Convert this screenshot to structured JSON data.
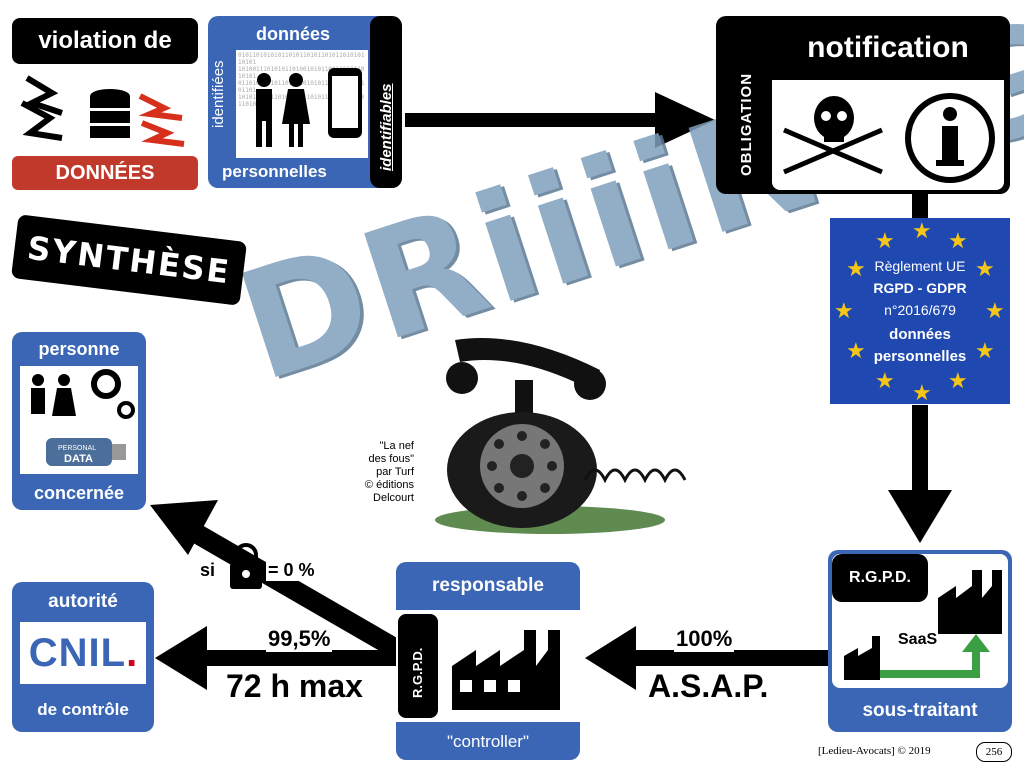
{
  "violation": {
    "title": "violation de",
    "label": "DONNÉES"
  },
  "donnees": {
    "top": "données",
    "left_vertical": "identifiées",
    "right_vertical": "identifiables",
    "bottom": "personnelles",
    "binary": "0101101010101101011010110101101010110101\n1010011101010110100101011001101011010101\n0110101101011011010101011011010110101101\n1010110101101010101101011010110101011010"
  },
  "notification": {
    "title": "notification",
    "vertical": "OBLIGATION"
  },
  "synthese": "SYNTHÈSE",
  "eu": {
    "line1": "Règlement UE",
    "line2": "RGPD - GDPR",
    "line3": "n°2016/679",
    "line4": "données",
    "line5": "personnelles"
  },
  "driiing": "DRiiiiNNG!",
  "credit": {
    "line1": "\"La nef",
    "line2": "des fous\"",
    "line3": "par Turf",
    "line4": "© éditions",
    "line5": "Delcourt"
  },
  "personne": {
    "top": "personne",
    "bottom": "concernée",
    "badge1": "PERSONAL",
    "badge2": "DATA"
  },
  "autorite": {
    "top": "autorité",
    "logo": "CNIL",
    "logo_dot": ".",
    "bottom": "de contrôle"
  },
  "responsable": {
    "top": "responsable",
    "vertical": "R.G.P.D.",
    "bottom": "\"controller\""
  },
  "soustraitant": {
    "rgpd": "R.G.P.D.",
    "saas": "SaaS",
    "bottom": "sous-traitant"
  },
  "arrows": {
    "si": "si",
    "eq": "= 0 %",
    "pct1": "99,5%",
    "time1": "72 h max",
    "pct2": "100%",
    "time2": "A.S.A.P."
  },
  "footer": {
    "copyright": "[Ledieu-Avocats] © 2019",
    "page": "256"
  },
  "colors": {
    "blue": "#3a66b5",
    "red": "#c1392b",
    "eu_blue": "#1f49b0",
    "star": "#f5c518",
    "green": "#3ba043",
    "zigzag": "#7fa0bd",
    "cnil_red": "#d0021b"
  }
}
